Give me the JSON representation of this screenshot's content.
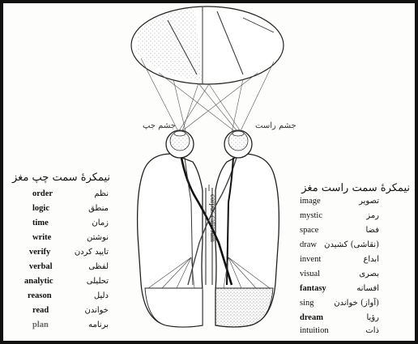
{
  "labels": {
    "left_eye": "جشم جپ",
    "right_eye": "جشم راست",
    "corpus_callosum": "corpus callosum"
  },
  "left_panel": {
    "title": "نیمکرهٔ سمت چپ مغز",
    "items": [
      {
        "en": "order",
        "fa": "نظم"
      },
      {
        "en": "logic",
        "fa": "منطق"
      },
      {
        "en": "time",
        "fa": "زمان"
      },
      {
        "en": "write",
        "fa": "نوشتن"
      },
      {
        "en": "verify",
        "fa": "تایید کردن"
      },
      {
        "en": "verbal",
        "fa": "لفظی"
      },
      {
        "en": "analytic",
        "fa": "تحلیلی"
      },
      {
        "en": "reason",
        "fa": "دلیل"
      },
      {
        "en": "read",
        "fa": "خواندن"
      },
      {
        "en": "plan",
        "fa": "برنامه"
      }
    ]
  },
  "right_panel": {
    "title": "نیمکرهٔ سمت راست مغز",
    "items": [
      {
        "en": "image",
        "fa": "تصویر"
      },
      {
        "en": "mystic",
        "fa": "رمز"
      },
      {
        "en": "space",
        "fa": "فضا"
      },
      {
        "en": "draw",
        "fa": "(نقاشی) کشیدن"
      },
      {
        "en": "invent",
        "fa": "ابداع"
      },
      {
        "en": "visual",
        "fa": "بصری"
      },
      {
        "en": "fantasy",
        "fa": "افسانه"
      },
      {
        "en": "sing",
        "fa": "(آواز) خواندن"
      },
      {
        "en": "dream",
        "fa": "رؤیا"
      },
      {
        "en": "intuition",
        "fa": "ذات"
      }
    ]
  }
}
